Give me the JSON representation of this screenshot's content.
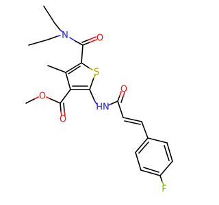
{
  "atoms": {
    "n_amide_top": {
      "text": "N",
      "color": "#1a1aff"
    },
    "o_amide_top": {
      "text": "O",
      "color": "#ff0d0d"
    },
    "s_thiophene": {
      "text": "S",
      "color": "#b3a000"
    },
    "o_amide_right": {
      "text": "O",
      "color": "#ff0d0d"
    },
    "nh_amide": {
      "text": "HN",
      "color": "#1a1aff"
    },
    "o_ester_single": {
      "text": "O",
      "color": "#ff0d0d"
    },
    "o_ester_double": {
      "text": "O",
      "color": "#ff0d0d"
    },
    "f_aryl": {
      "text": "F",
      "color": "#7fbf00"
    }
  }
}
